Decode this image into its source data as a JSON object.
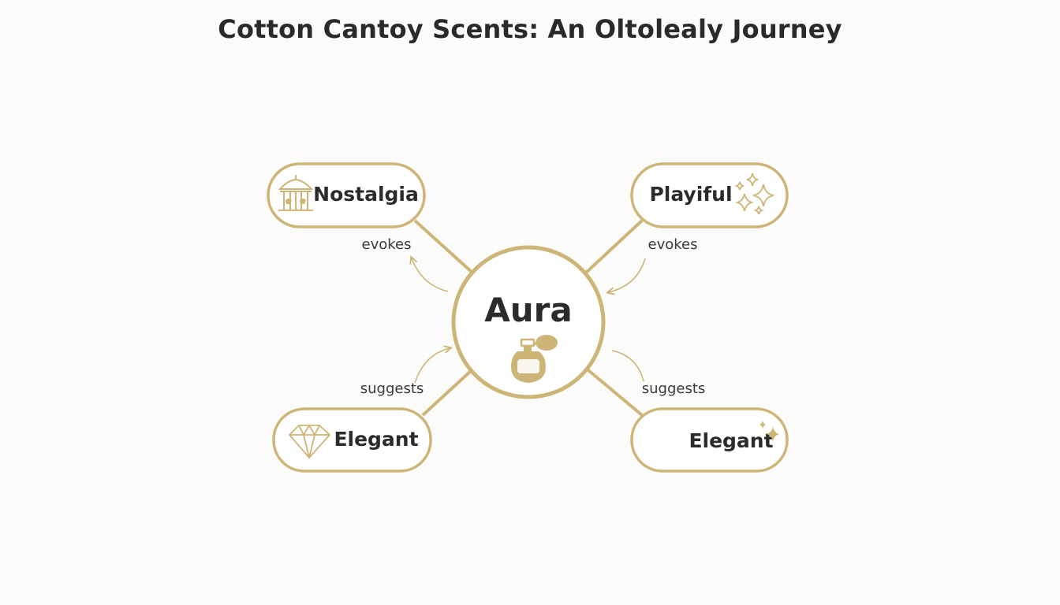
{
  "title": "Cotton Cantoy Scents: An Oltolealy Journey",
  "colors": {
    "accent": "#cdb577",
    "text": "#2b2b29",
    "background": "#fbfbfa"
  },
  "center": {
    "label": "Aura",
    "icon": "perfume-bottle-icon"
  },
  "nodes": {
    "top_left": {
      "label": "Nostalgia",
      "icon": "carousel-icon"
    },
    "top_right": {
      "label": "Playiful",
      "icon": "sparkles-icon"
    },
    "bottom_left": {
      "label": "Elegant",
      "icon": "diamond-icon"
    },
    "bottom_right": {
      "label": "Elegant",
      "icon": "sparkle-icon"
    }
  },
  "edges": {
    "top_left": "evokes",
    "top_right": "evokes",
    "bottom_left": "suggests",
    "bottom_right": "suggests"
  }
}
